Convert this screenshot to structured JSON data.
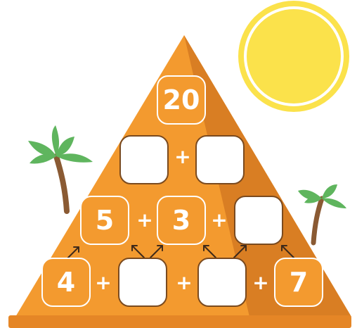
{
  "colors": {
    "pyramid_light": "#f39a2f",
    "pyramid_dark": "#d97e23",
    "sun": "#fbe24b",
    "palm_leaf": "#5fb55e",
    "palm_trunk": "#8a5a33",
    "sand": "#e58626"
  },
  "puzzle": {
    "top": {
      "value": "20"
    },
    "row2": [
      {
        "value": ""
      },
      {
        "value": ""
      }
    ],
    "row3": [
      {
        "value": "5"
      },
      {
        "value": "3"
      },
      {
        "value": ""
      }
    ],
    "row4": [
      {
        "value": "4"
      },
      {
        "value": ""
      },
      {
        "value": ""
      },
      {
        "value": "7"
      }
    ],
    "operator": "+"
  },
  "icons": [
    "sun-icon",
    "palm-tree-icon",
    "arrow-icon"
  ]
}
